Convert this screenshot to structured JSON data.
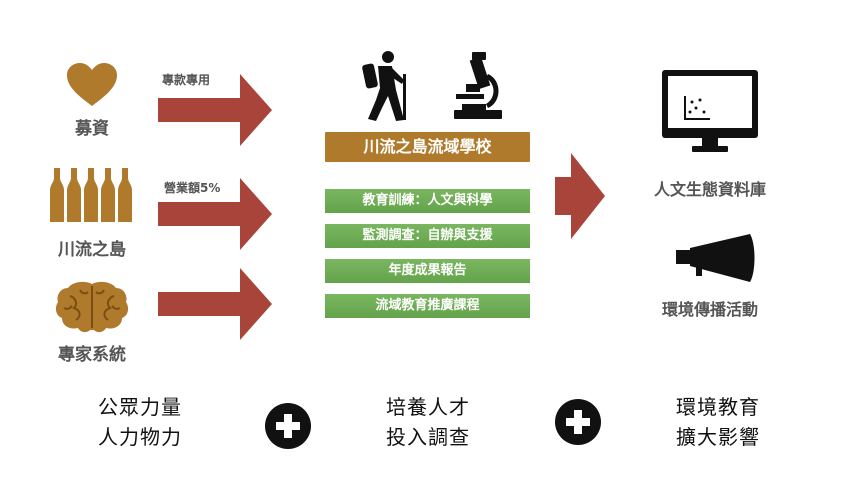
{
  "left": {
    "fundraising": {
      "icon": "heart-icon",
      "label": "募資"
    },
    "brand": {
      "icon": "bottles-icon",
      "label": "川流之島"
    },
    "expert": {
      "icon": "brain-icon",
      "label": "專家系統"
    }
  },
  "arrow_labels": {
    "a1": "專款專用",
    "a2": "營業額5%"
  },
  "center": {
    "icons": [
      "hiker-icon",
      "microscope-icon"
    ],
    "title": "川流之島流域學校",
    "items": [
      "教育訓練：人文與科學",
      "監測調查：自辦與支援",
      "年度成果報告",
      "流域教育推廣課程"
    ]
  },
  "right": {
    "database": {
      "icon": "monitor-icon",
      "label": "人文生態資料庫"
    },
    "campaign": {
      "icon": "megaphone-icon",
      "label": "環境傳播活動"
    }
  },
  "bottom": {
    "col1": [
      "公眾力量",
      "人力物力"
    ],
    "col2": [
      "培養人才",
      "投入調查"
    ],
    "col3": [
      "環境教育",
      "擴大影響"
    ]
  },
  "colors": {
    "brown": "#b07a2c",
    "arrow_red": "#a9443b",
    "green": "#6aa84f",
    "text_gray": "#555555"
  }
}
